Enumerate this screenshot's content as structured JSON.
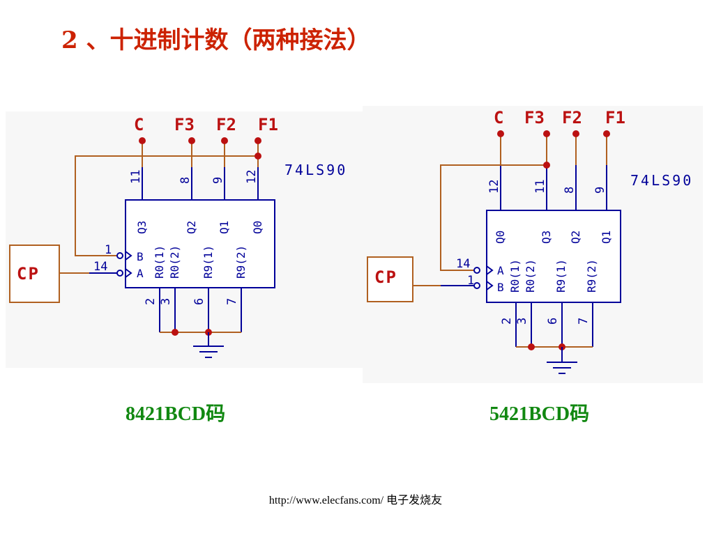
{
  "title": "2 、十进制计数（两种接法）",
  "diagrams": [
    {
      "outputs": [
        "C",
        "F3",
        "F2",
        "F1"
      ],
      "chip": "74LS90",
      "top_pins": [
        "11",
        "8",
        "9",
        "12"
      ],
      "top_signals": [
        "Q3",
        "Q2",
        "Q1",
        "Q0"
      ],
      "bottom_pins": [
        "2",
        "3",
        "6",
        "7"
      ],
      "bottom_signals": [
        "R0(1)",
        "R0(2)",
        "R9(1)",
        "R9(2)"
      ],
      "input_pins": [
        "1",
        "14"
      ],
      "input_signals": [
        "B",
        "A"
      ],
      "clock": "CP",
      "caption": "8421BCD码"
    },
    {
      "outputs": [
        "C",
        "F3",
        "F2",
        "F1"
      ],
      "chip": "74LS90",
      "top_pins": [
        "12",
        "11",
        "8",
        "9"
      ],
      "top_signals": [
        "Q0",
        "Q3",
        "Q2",
        "Q1"
      ],
      "bottom_pins": [
        "2",
        "3",
        "6",
        "7"
      ],
      "bottom_signals": [
        "R0(1)",
        "R0(2)",
        "R9(1)",
        "R9(2)"
      ],
      "input_pins": [
        "14",
        "1"
      ],
      "input_signals": [
        "A",
        "B"
      ],
      "clock": "CP",
      "caption": "5421BCD码"
    }
  ],
  "footer": "http://www.elecfans.com/ 电子发烧友"
}
